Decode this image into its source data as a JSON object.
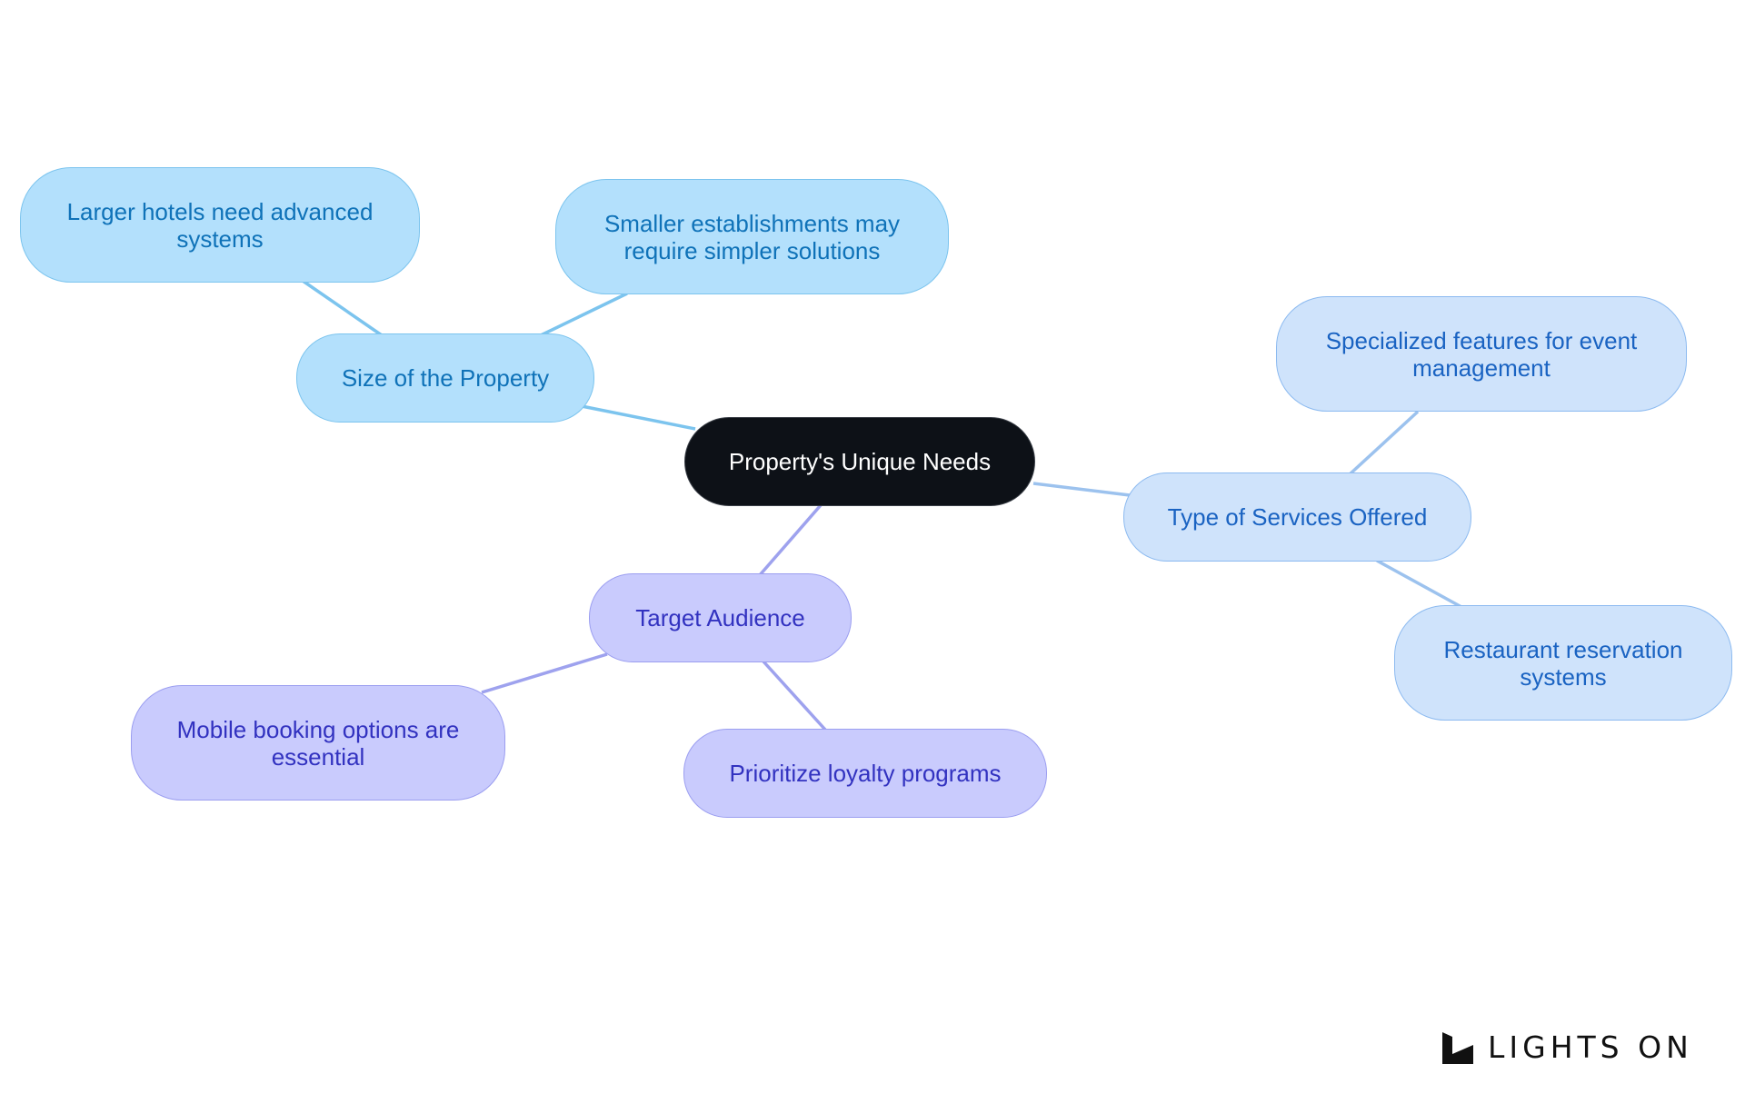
{
  "diagram": {
    "type": "mindmap",
    "root": {
      "label": "Property's Unique Needs"
    },
    "branches": [
      {
        "label": "Size of the Property",
        "color": "#b3e0fc",
        "children": [
          {
            "label": "Larger hotels need advanced systems"
          },
          {
            "label": "Smaller establishments may require simpler solutions"
          }
        ]
      },
      {
        "label": "Type of Services Offered",
        "color": "#cfe3fb",
        "children": [
          {
            "label": "Specialized features for event management"
          },
          {
            "label": "Restaurant reservation systems"
          }
        ]
      },
      {
        "label": "Target Audience",
        "color": "#c9cbfd",
        "children": [
          {
            "label": "Mobile booking options are essential"
          },
          {
            "label": "Prioritize loyalty programs"
          }
        ]
      }
    ]
  },
  "logo": {
    "text": "LIGHTS ON"
  },
  "colors": {
    "root_fill": "#0d1117",
    "edge_sky": "#7cc4ee",
    "edge_blue": "#9cc2ee",
    "edge_lavender": "#9ea2ee"
  }
}
